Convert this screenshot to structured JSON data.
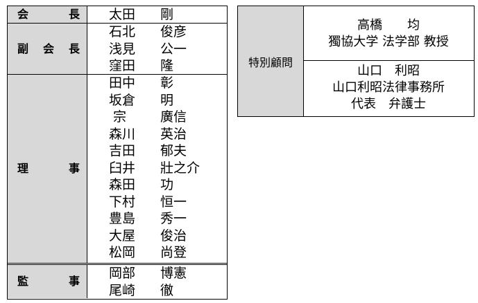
{
  "officers": {
    "president": {
      "role": [
        "会",
        "長"
      ],
      "names": [
        {
          "last": "太田",
          "first": "剛"
        }
      ]
    },
    "vice_presidents": {
      "role": [
        "副",
        "会",
        "長"
      ],
      "names": [
        {
          "last": "石北",
          "first": "俊彦"
        },
        {
          "last": "浅見",
          "first": "公一"
        },
        {
          "last": "窪田",
          "first": "隆"
        }
      ]
    },
    "directors": {
      "role": [
        "理",
        "事"
      ],
      "names": [
        {
          "last": "田中",
          "first": "彰"
        },
        {
          "last": "坂倉",
          "first": "明"
        },
        {
          "last": " 宗",
          "first": "廣信"
        },
        {
          "last": "森川",
          "first": "英治"
        },
        {
          "last": "吉田",
          "first": "郁夫"
        },
        {
          "last": "臼井",
          "first": "壯之介"
        },
        {
          "last": "森田",
          "first": "功"
        },
        {
          "last": "下村",
          "first": "恒一"
        },
        {
          "last": "豊島",
          "first": "秀一"
        },
        {
          "last": "大屋",
          "first": "俊治"
        },
        {
          "last": "松岡",
          "first": "尚登"
        }
      ]
    },
    "auditors": {
      "role": [
        "監",
        "事"
      ],
      "names": [
        {
          "last": "岡部",
          "first": "博憲"
        },
        {
          "last": "尾崎",
          "first": "徹"
        }
      ]
    }
  },
  "advisor": {
    "title": "特別顧問",
    "advisors": [
      [
        "高橋　　均",
        "獨協大学 法学部 教授"
      ],
      [
        "山口　利昭",
        "山口利昭法律事務所",
        "代表　弁護士"
      ]
    ]
  }
}
